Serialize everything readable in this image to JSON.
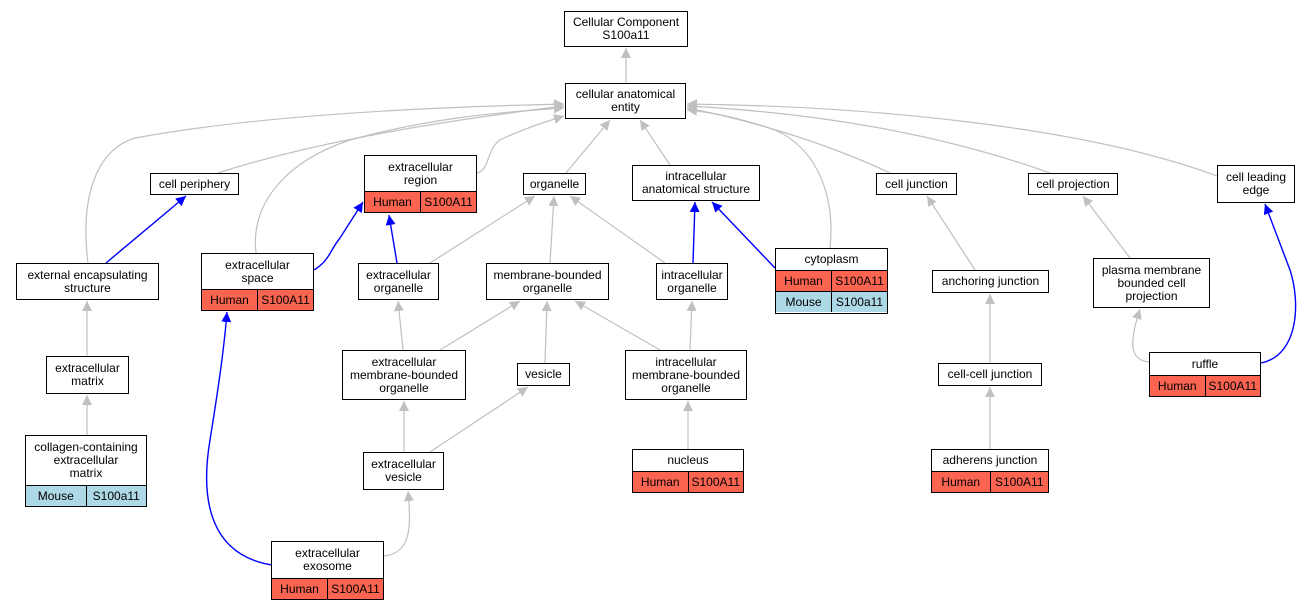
{
  "colors": {
    "is_a_edge": "#c0c0c0",
    "annotated_edge": "#0000ff",
    "human_fill": "#fa6450",
    "mouse_fill": "#add8e6"
  },
  "nodes": {
    "cc": {
      "label": "Cellular Component\nS100a11",
      "rows": []
    },
    "cae": {
      "label": "cellular anatomical\nentity",
      "rows": []
    },
    "cp": {
      "label": "cell periphery",
      "rows": []
    },
    "er": {
      "label": "extracellular\nregion",
      "rows": [
        {
          "species": "Human",
          "gene": "S100A11"
        }
      ]
    },
    "org": {
      "label": "organelle",
      "rows": []
    },
    "ias": {
      "label": "intracellular\nanatomical structure",
      "rows": []
    },
    "cj": {
      "label": "cell junction",
      "rows": []
    },
    "cproj": {
      "label": "cell projection",
      "rows": []
    },
    "cle": {
      "label": "cell leading\nedge",
      "rows": []
    },
    "ees": {
      "label": "external encapsulating\nstructure",
      "rows": []
    },
    "es": {
      "label": "extracellular\nspace",
      "rows": [
        {
          "species": "Human",
          "gene": "S100A11"
        }
      ]
    },
    "eo": {
      "label": "extracellular\norganelle",
      "rows": []
    },
    "mbo": {
      "label": "membrane-bounded\norganelle",
      "rows": []
    },
    "io": {
      "label": "intracellular\norganelle",
      "rows": []
    },
    "cyto": {
      "label": "cytoplasm",
      "rows": [
        {
          "species": "Human",
          "gene": "S100A11"
        },
        {
          "species": "Mouse",
          "gene": "S100a11"
        }
      ]
    },
    "aj": {
      "label": "anchoring junction",
      "rows": []
    },
    "pmbcp": {
      "label": "plasma membrane\nbounded cell\nprojection",
      "rows": []
    },
    "em": {
      "label": "extracellular\nmatrix",
      "rows": []
    },
    "embo": {
      "label": "extracellular\nmembrane-bounded\norganelle",
      "rows": []
    },
    "ves": {
      "label": "vesicle",
      "rows": []
    },
    "imbo": {
      "label": "intracellular\nmembrane-bounded\norganelle",
      "rows": []
    },
    "ccj": {
      "label": "cell-cell junction",
      "rows": []
    },
    "ruf": {
      "label": "ruffle",
      "rows": [
        {
          "species": "Human",
          "gene": "S100A11"
        }
      ]
    },
    "ccem": {
      "label": "collagen-containing\nextracellular\nmatrix",
      "rows": [
        {
          "species": "Mouse",
          "gene": "S100a11"
        }
      ]
    },
    "ev": {
      "label": "extracellular\nvesicle",
      "rows": []
    },
    "nuc": {
      "label": "nucleus",
      "rows": [
        {
          "species": "Human",
          "gene": "S100A11"
        }
      ]
    },
    "adj": {
      "label": "adherens junction",
      "rows": [
        {
          "species": "Human",
          "gene": "S100A11"
        }
      ]
    },
    "exo": {
      "label": "extracellular\nexosome",
      "rows": [
        {
          "species": "Human",
          "gene": "S100A11"
        }
      ]
    }
  },
  "edges": [
    {
      "from": "cae",
      "to": "cc",
      "kind": "is_a"
    },
    {
      "from": "cp",
      "to": "cae",
      "kind": "is_a"
    },
    {
      "from": "er",
      "to": "cae",
      "kind": "is_a"
    },
    {
      "from": "org",
      "to": "cae",
      "kind": "is_a"
    },
    {
      "from": "ias",
      "to": "cae",
      "kind": "is_a"
    },
    {
      "from": "cj",
      "to": "cae",
      "kind": "is_a"
    },
    {
      "from": "cproj",
      "to": "cae",
      "kind": "is_a"
    },
    {
      "from": "cle",
      "to": "cae",
      "kind": "is_a"
    },
    {
      "from": "ees",
      "to": "cae",
      "kind": "is_a"
    },
    {
      "from": "es",
      "to": "cae",
      "kind": "is_a"
    },
    {
      "from": "cyto",
      "to": "cae",
      "kind": "is_a"
    },
    {
      "from": "ees",
      "to": "cp",
      "kind": "annotated"
    },
    {
      "from": "es",
      "to": "er",
      "kind": "annotated"
    },
    {
      "from": "eo",
      "to": "er",
      "kind": "annotated"
    },
    {
      "from": "eo",
      "to": "org",
      "kind": "is_a"
    },
    {
      "from": "mbo",
      "to": "org",
      "kind": "is_a"
    },
    {
      "from": "io",
      "to": "org",
      "kind": "is_a"
    },
    {
      "from": "io",
      "to": "ias",
      "kind": "annotated"
    },
    {
      "from": "cyto",
      "to": "ias",
      "kind": "annotated"
    },
    {
      "from": "aj",
      "to": "cj",
      "kind": "is_a"
    },
    {
      "from": "pmbcp",
      "to": "cproj",
      "kind": "is_a"
    },
    {
      "from": "ruf",
      "to": "cle",
      "kind": "annotated"
    },
    {
      "from": "em",
      "to": "ees",
      "kind": "is_a"
    },
    {
      "from": "ccem",
      "to": "em",
      "kind": "is_a"
    },
    {
      "from": "embo",
      "to": "eo",
      "kind": "is_a"
    },
    {
      "from": "embo",
      "to": "mbo",
      "kind": "is_a"
    },
    {
      "from": "ves",
      "to": "mbo",
      "kind": "is_a"
    },
    {
      "from": "imbo",
      "to": "mbo",
      "kind": "is_a"
    },
    {
      "from": "imbo",
      "to": "io",
      "kind": "is_a"
    },
    {
      "from": "ccj",
      "to": "aj",
      "kind": "is_a"
    },
    {
      "from": "ruf",
      "to": "pmbcp",
      "kind": "is_a"
    },
    {
      "from": "ev",
      "to": "embo",
      "kind": "is_a"
    },
    {
      "from": "ev",
      "to": "ves",
      "kind": "is_a"
    },
    {
      "from": "nuc",
      "to": "imbo",
      "kind": "is_a"
    },
    {
      "from": "adj",
      "to": "ccj",
      "kind": "is_a"
    },
    {
      "from": "exo",
      "to": "ev",
      "kind": "is_a"
    },
    {
      "from": "exo",
      "to": "es",
      "kind": "annotated"
    }
  ]
}
